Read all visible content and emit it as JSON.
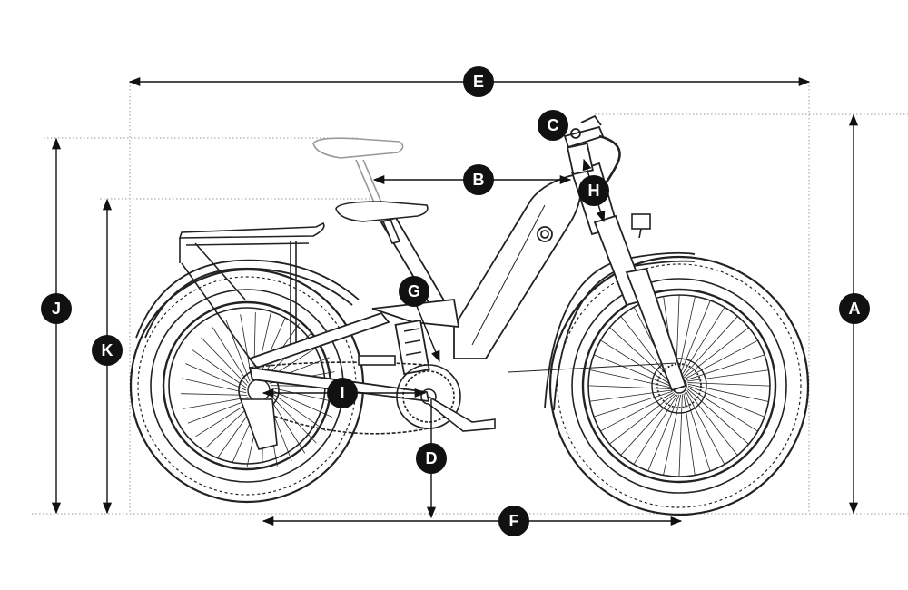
{
  "labels": {
    "A": "A",
    "B": "B",
    "C": "C",
    "D": "D",
    "E": "E",
    "F": "F",
    "G": "G",
    "H": "H",
    "I": "I",
    "J": "J",
    "K": "K"
  },
  "colors": {
    "line": "#222222",
    "guide": "#9a9a9a",
    "badge": "#111111",
    "badge_text": "#ffffff"
  }
}
